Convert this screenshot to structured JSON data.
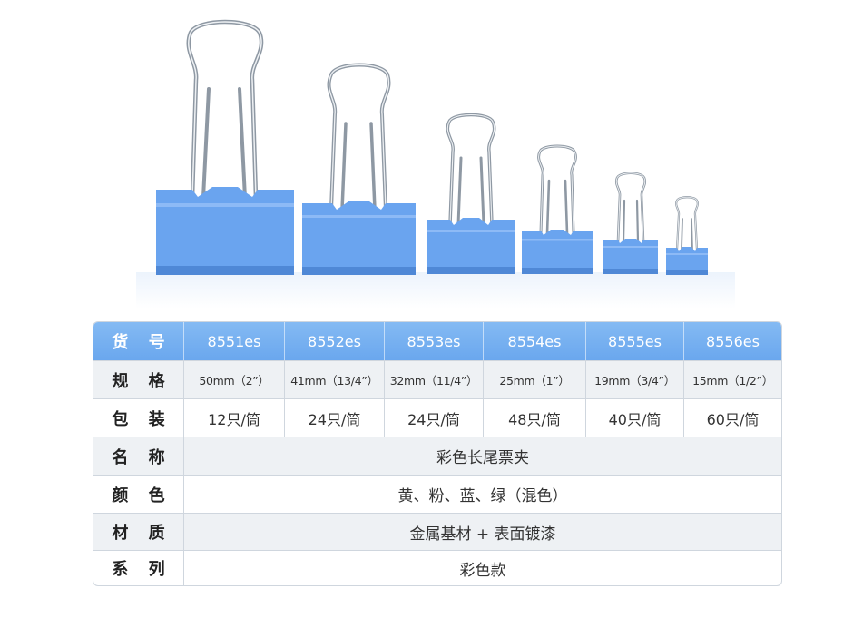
{
  "colors": {
    "clip_body": "#6aa4ef",
    "clip_body_shadow": "#4f88d6",
    "clip_body_highlight": "#8dbaf6",
    "metal": "#9aa3ad",
    "metal_highlight": "#e6eaee",
    "header_bg": "#74aef0",
    "alt_row_bg": "#eef1f4",
    "border": "#cfd6de"
  },
  "table": {
    "header": {
      "label": "货 号",
      "values": [
        "8551es",
        "8552es",
        "8553es",
        "8554es",
        "8555es",
        "8556es"
      ]
    },
    "spec": {
      "label": "规 格",
      "values": [
        "50mm（2”）",
        "41mm（13/4”）",
        "32mm（11/4”）",
        "25mm（1”）",
        "19mm（3/4”）",
        "15mm（1/2”）"
      ]
    },
    "packaging": {
      "label": "包 装",
      "values": [
        "12只/筒",
        "24只/筒",
        "24只/筒",
        "48只/筒",
        "40只/筒",
        "60只/筒"
      ]
    },
    "name": {
      "label": "名 称",
      "value": "彩色长尾票夹"
    },
    "color": {
      "label": "颜 色",
      "value": "黄、粉、蓝、绿（混色）"
    },
    "material": {
      "label": "材 质",
      "value": "金属基材 + 表面镀漆"
    },
    "series": {
      "label": "系 列",
      "value": "彩色款"
    }
  }
}
